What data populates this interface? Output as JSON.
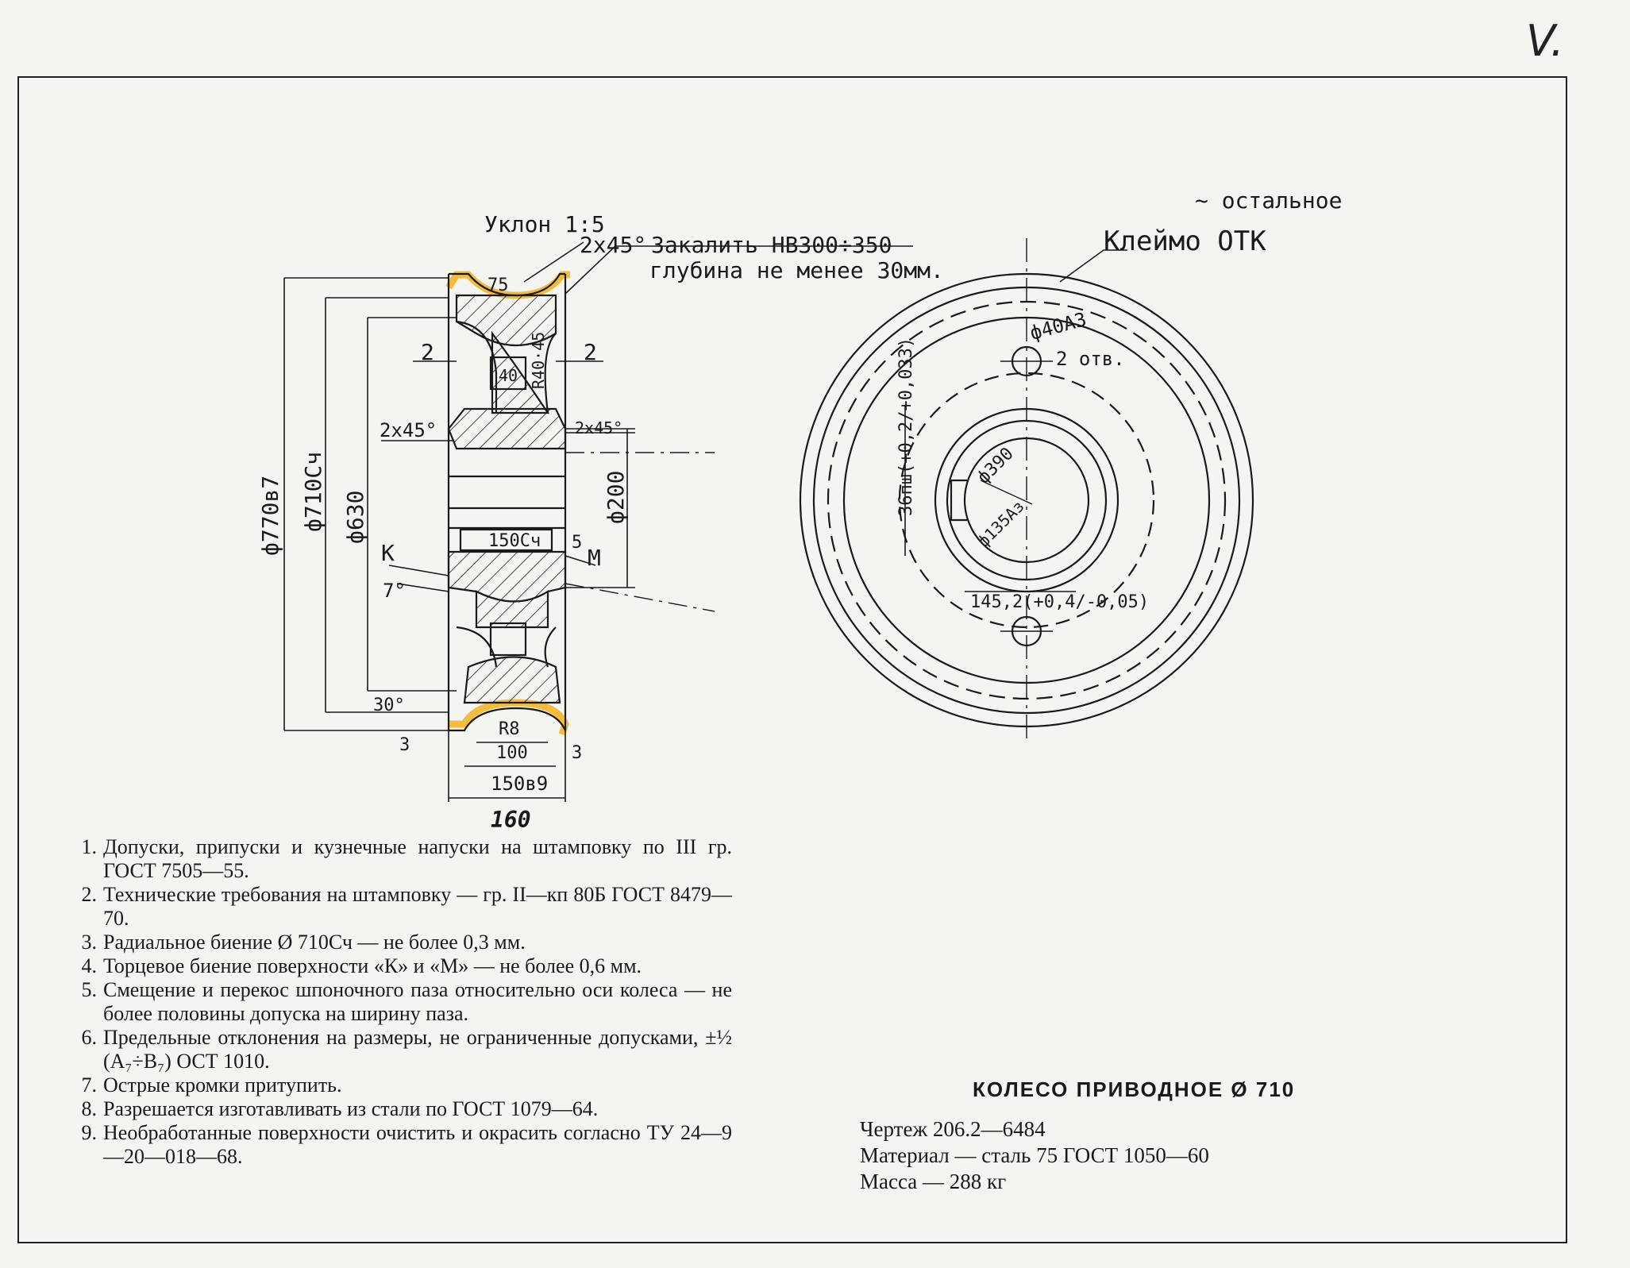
{
  "corner_mark": "V.",
  "handwritten": {
    "rest_roughness": "~ остальное",
    "stamp_label": "Клеймо ОТК",
    "slope": "Уклон 1:5",
    "chamfer_top": "2х45°",
    "harden_line1": "Закалить НВ300÷350",
    "harden_line2": "глубина не менее 30мм.",
    "dim_75": "75",
    "dim_2_left": "2",
    "dim_2_right": "2",
    "dim_40": "40",
    "dim_r40": "R40·45",
    "chamfer_left": "2х45°",
    "chamfer_right": "2х45°",
    "dia_770": "ф770в7",
    "dia_710": "ф710Сч",
    "dia_630": "ф630",
    "dia_200": "ф200",
    "dim_150_sch": "150Сч",
    "label_k": "K",
    "label_m": "M",
    "angle_7": "7°",
    "angle_30": "30°",
    "radius_8": "R8",
    "dim_100": "100",
    "dim_150_b9": "150в9",
    "dim_160": "160",
    "rough_3": "3",
    "rough_5": "5",
    "hole_spec_1": "ф40А3",
    "hole_spec_2": "2 отв.",
    "keyway_width": "36пш(+0,2/+0,033)",
    "bore_390": "ф390",
    "bore_135": "ф135Аз",
    "keyway_depth": "145,2(+0,4/-0,05)"
  },
  "notes": [
    {
      "num": "1.",
      "text": "Допуски, припуски и кузнечные напуски на штамповку по III гр. ГОСТ 7505—55."
    },
    {
      "num": "2.",
      "text": "Технические требования на штамповку — гр. II—кп 80Б ГОСТ 8479—70."
    },
    {
      "num": "3.",
      "text": "Радиальное биение Ø 710Сч — не более 0,3 мм."
    },
    {
      "num": "4.",
      "text": "Торцевое биение поверхности «К» и «М» — не более 0,6 мм."
    },
    {
      "num": "5.",
      "text": "Смещение и перекос шпоночного паза относительно оси колеса — не более половины допуска на ширину паза."
    },
    {
      "num": "6.",
      "text": "Предельные отклонения на размеры, не ограниченные допусками, ±½ (A₇÷B₇) ОСТ 1010."
    },
    {
      "num": "7.",
      "text": "Острые кромки притупить."
    },
    {
      "num": "8.",
      "text": "Разрешается изготавливать из стали по ГОСТ 1079—64."
    },
    {
      "num": "9.",
      "text": "Необработанные поверхности очистить и окрасить согласно ТУ 24—9—20—018—68."
    }
  ],
  "title": "КОЛЕСО ПРИВОДНОЕ Ø 710",
  "spec": {
    "drawing": "Чертеж 206.2—6484",
    "material": "Материал — сталь 75 ГОСТ 1050—60",
    "mass": "Масса — 288 кг"
  },
  "colors": {
    "ink": "#1a1a1a",
    "paper": "#f4f4f1",
    "highlight": "#f2b21c"
  }
}
